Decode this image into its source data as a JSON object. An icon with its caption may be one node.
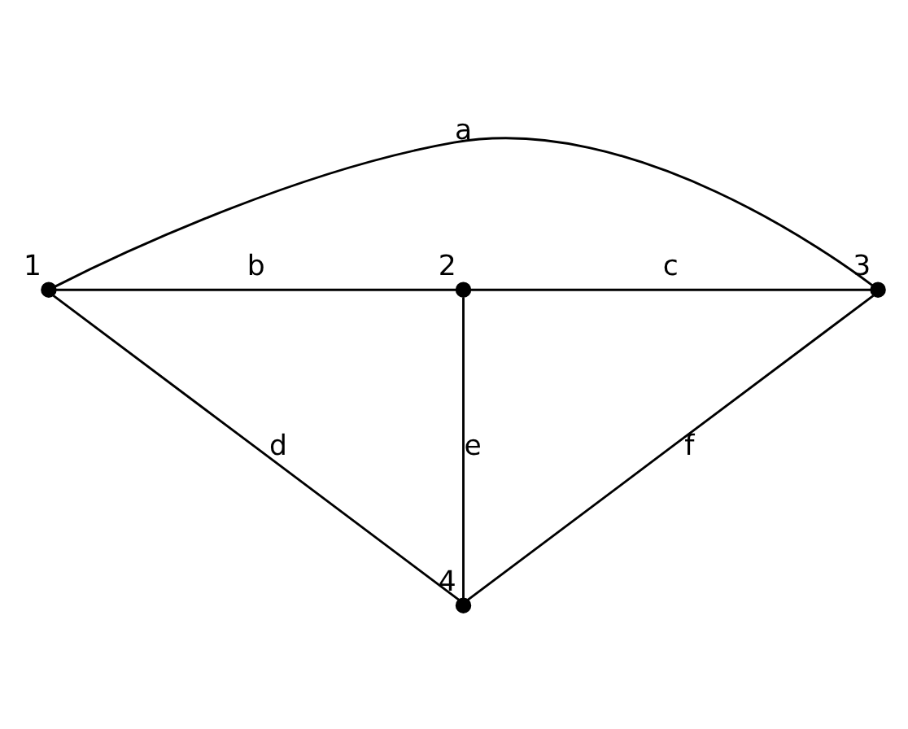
{
  "diagram": {
    "nodes": [
      {
        "text": [],
        "shape": "circle",
        "beside": [
          "1"
        ]
      },
      {
        "text": [],
        "shape": "circle",
        "beside": [
          "2"
        ]
      },
      {
        "text": [],
        "shape": "circle",
        "beside": [
          "3"
        ]
      },
      {
        "text": [],
        "shape": "circle",
        "beside": [
          "4"
        ]
      }
    ],
    "edges": [
      {
        "from": 0,
        "to": 2,
        "arrow": "none",
        "label": "a"
      },
      {
        "from": 0,
        "to": 1,
        "arrow": "none",
        "label": "b"
      },
      {
        "from": 1,
        "to": 2,
        "arrow": "none",
        "label": "c"
      },
      {
        "from": 0,
        "to": 3,
        "arrow": "none",
        "label": "d"
      },
      {
        "from": 1,
        "to": 3,
        "arrow": "none",
        "label": "e"
      },
      {
        "from": 2,
        "to": 3,
        "arrow": "none",
        "label": "f"
      }
    ]
  }
}
